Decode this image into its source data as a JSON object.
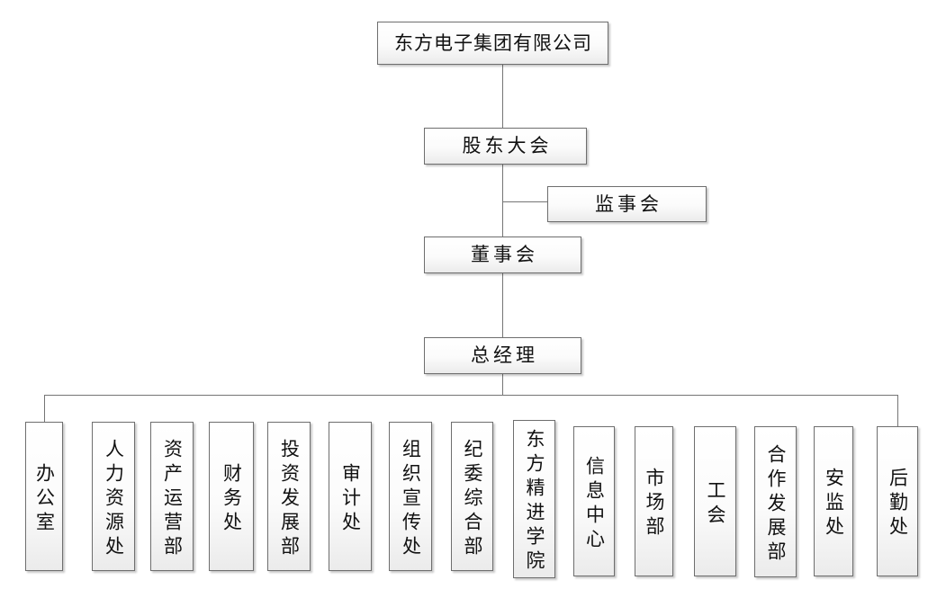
{
  "org": {
    "type": "org-chart",
    "company": {
      "label": "东方电子集团有限公司"
    },
    "shareholders_meeting": {
      "label": "股东大会"
    },
    "supervisory_board": {
      "label": "监事会"
    },
    "board_of_directors": {
      "label": "董事会"
    },
    "general_manager": {
      "label": "总经理"
    },
    "departments": [
      {
        "label": "办公室"
      },
      {
        "label": "人力资源处"
      },
      {
        "label": "资产运营部"
      },
      {
        "label": "财务处"
      },
      {
        "label": "投资发展部"
      },
      {
        "label": "审计处"
      },
      {
        "label": "组织宣传处"
      },
      {
        "label": "纪委综合部"
      },
      {
        "label": "东方精进学院"
      },
      {
        "label": "信息中心"
      },
      {
        "label": "市场部"
      },
      {
        "label": "工会"
      },
      {
        "label": "合作发展部"
      },
      {
        "label": "安监处"
      },
      {
        "label": "后勤处"
      }
    ],
    "colors": {
      "background": "#ffffff",
      "box_fill_top": "#ffffff",
      "box_fill_bottom": "#ebebeb",
      "box_border": "#6e6e6e",
      "connector": "#757575",
      "text": "#111111"
    }
  }
}
